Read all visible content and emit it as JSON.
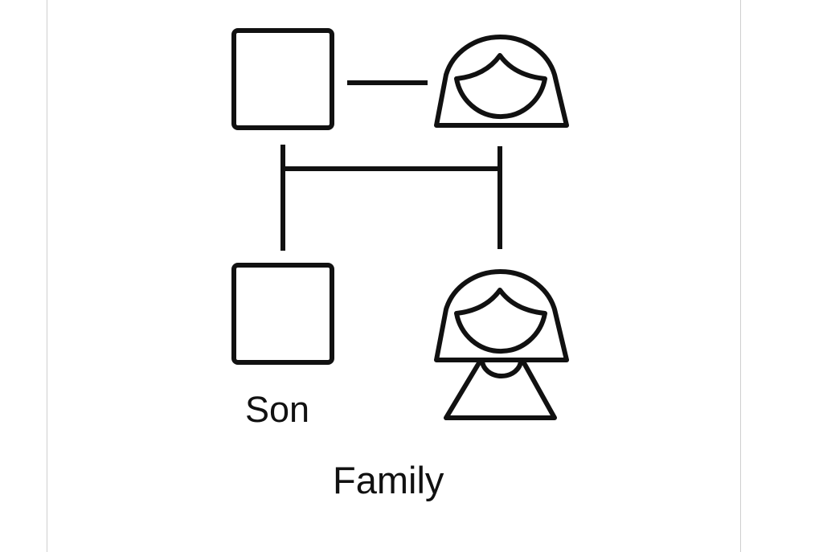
{
  "diagram": {
    "nodes": [
      {
        "id": "father",
        "shape": "square"
      },
      {
        "id": "mother",
        "shape": "female-head"
      },
      {
        "id": "son",
        "shape": "square",
        "label": "Son"
      },
      {
        "id": "daughter",
        "shape": "female-figure"
      }
    ],
    "edges": [
      {
        "from": "father",
        "to": "mother",
        "type": "marriage"
      },
      {
        "from": "couple",
        "to": "son",
        "type": "descent"
      },
      {
        "from": "couple",
        "to": "daughter",
        "type": "descent"
      }
    ],
    "son_label": "Son",
    "title": "Family",
    "stroke_color": "#111111"
  }
}
